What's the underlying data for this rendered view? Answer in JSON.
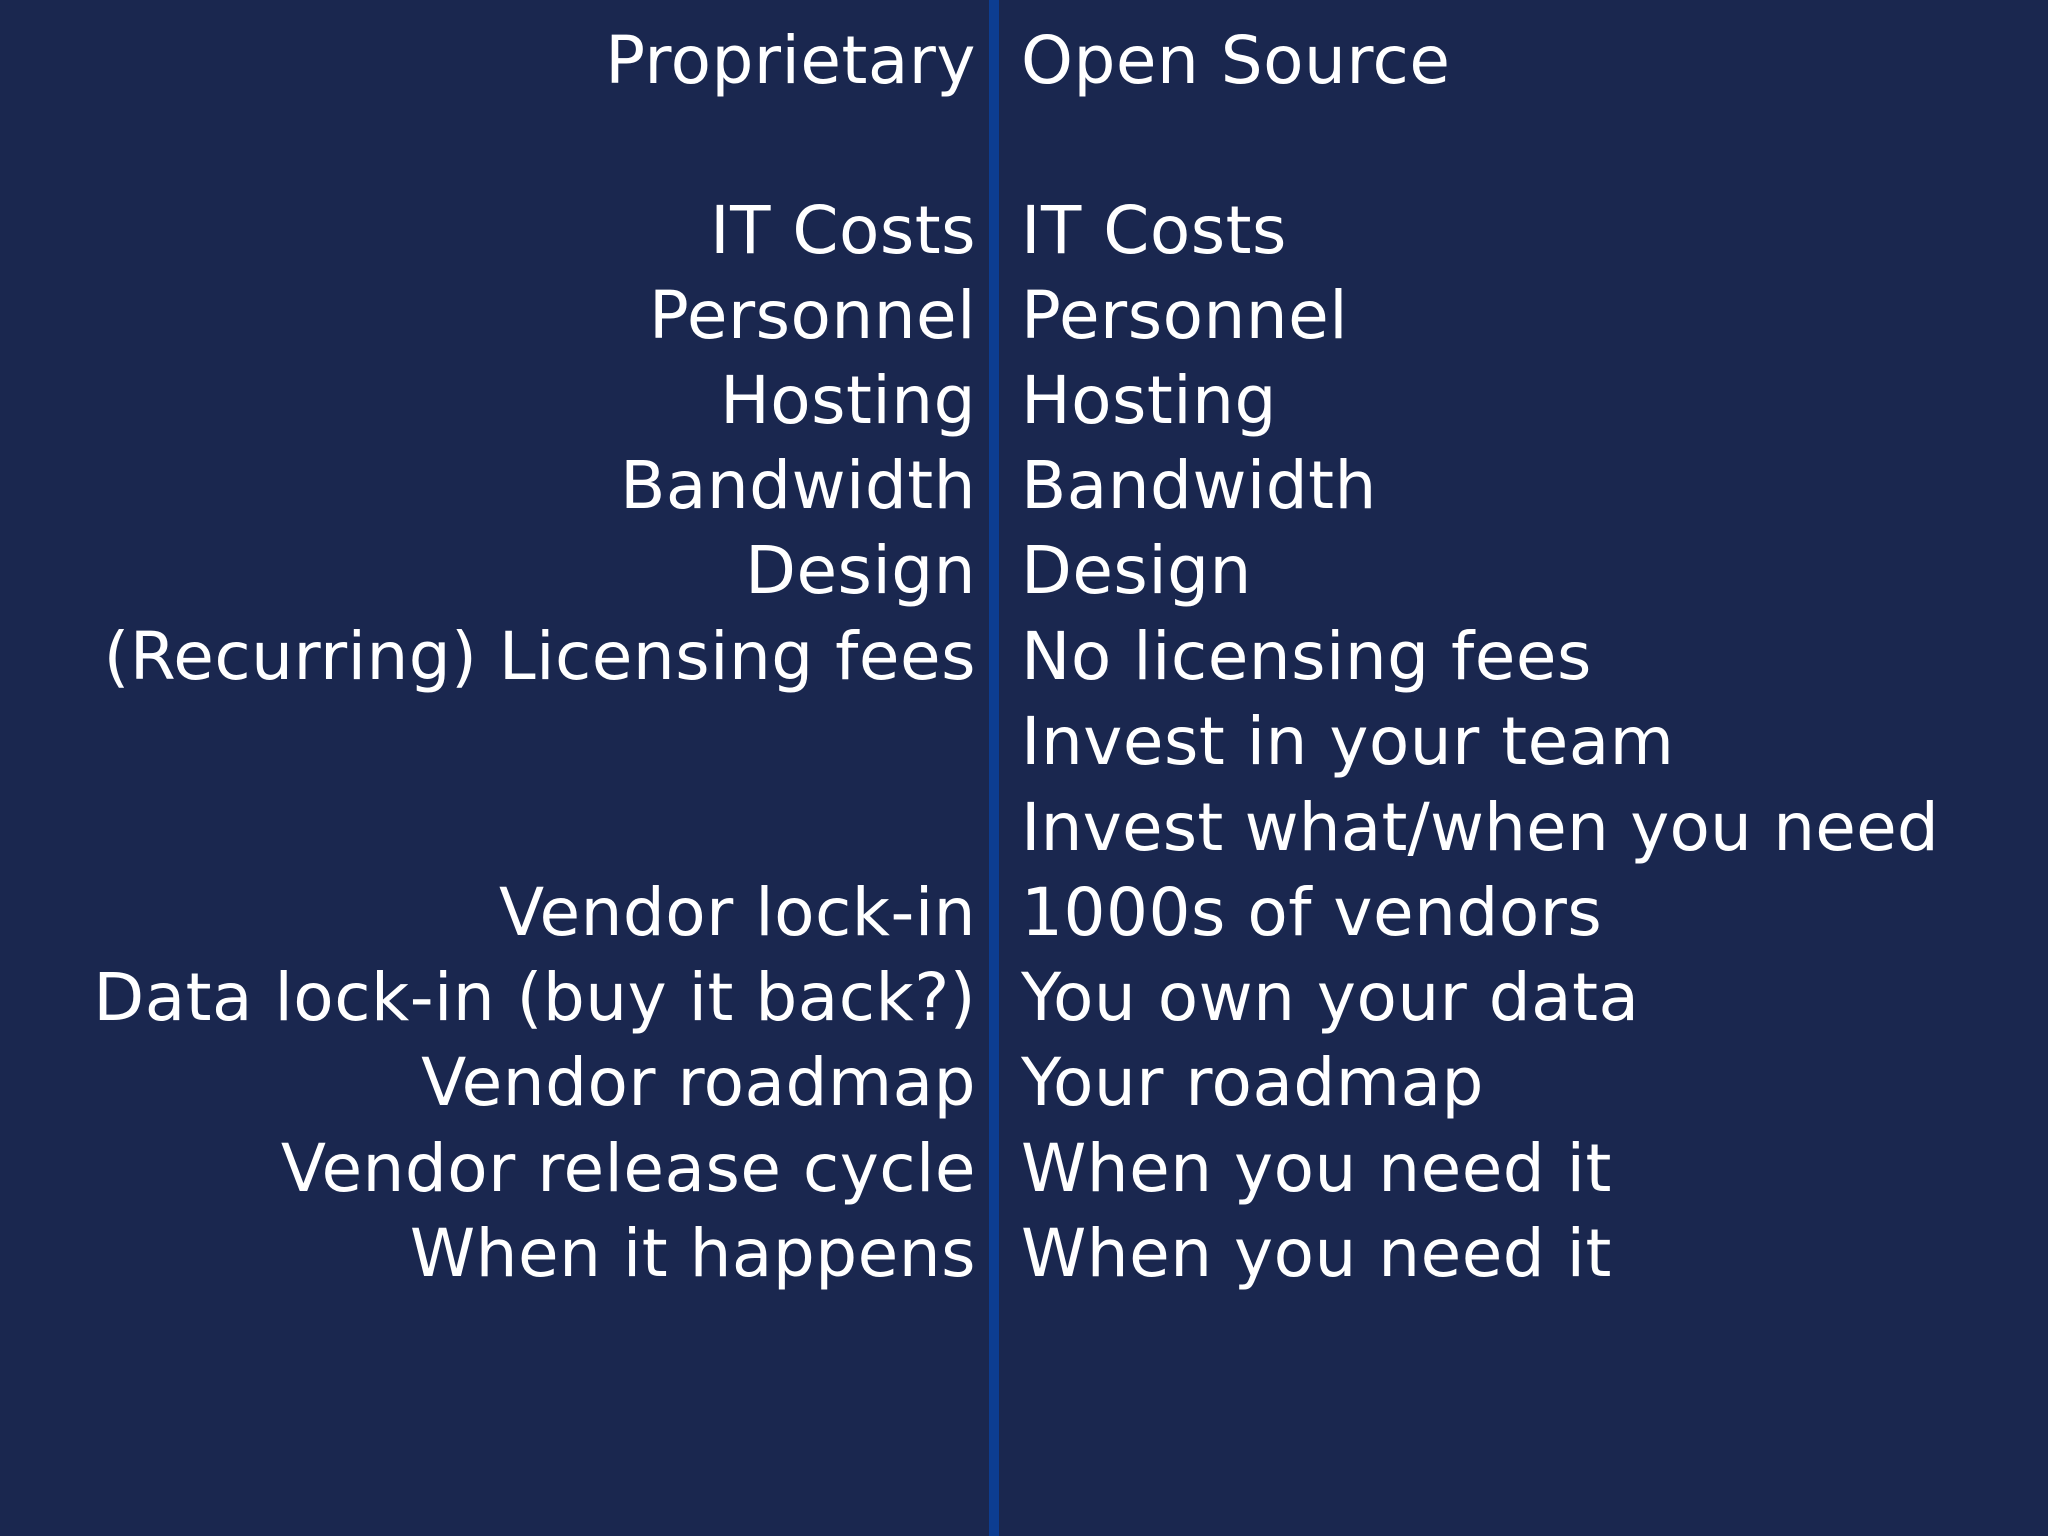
{
  "proprietary": {
    "header": "Proprietary",
    "rows": [
      "IT Costs",
      "Personnel",
      "Hosting",
      "Bandwidth",
      "Design",
      "(Recurring) Licensing fees",
      "",
      "",
      "Vendor lock-in",
      "Data lock-in (buy it back?)",
      "Vendor roadmap",
      "Vendor release cycle",
      "When it happens"
    ]
  },
  "open_source": {
    "header": "Open Source",
    "rows": [
      "IT Costs",
      "Personnel",
      "Hosting",
      "Bandwidth",
      "Design",
      "No licensing fees",
      "Invest in your team",
      "Invest what/when you need",
      "1000s of vendors",
      "You own your data",
      "Your roadmap",
      "When you need it",
      "When you need it"
    ]
  }
}
